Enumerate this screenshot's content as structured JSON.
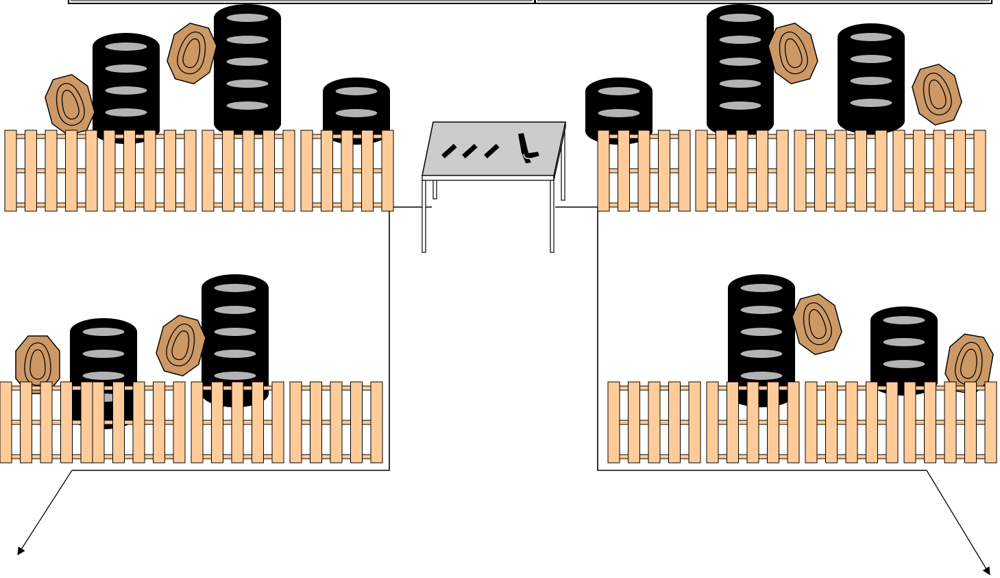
{
  "stage": {
    "title": "",
    "colors": {
      "background": "#ffffff",
      "outline": "#000000",
      "pallet_fill": "#ffcc99",
      "tire": "#000000",
      "tire_hole": "#b3b3b3",
      "target_fill": "#cc9966",
      "table_top": "#cccccc",
      "fault_line": "#000000"
    },
    "elements": {
      "header_panels": 2,
      "fault_lines": 5,
      "table": 1,
      "magazines_on_table": 3,
      "pistol_on_table": 1,
      "pallets": 16,
      "tire_stacks": 10,
      "steel_targets": 8,
      "exit_arrows": 2
    },
    "icons": [
      "header-panel",
      "fault-line",
      "table",
      "magazine-icon",
      "pistol-icon",
      "pallet-icon",
      "tire-stack-icon",
      "steel-target-icon",
      "arrow-icon"
    ]
  }
}
